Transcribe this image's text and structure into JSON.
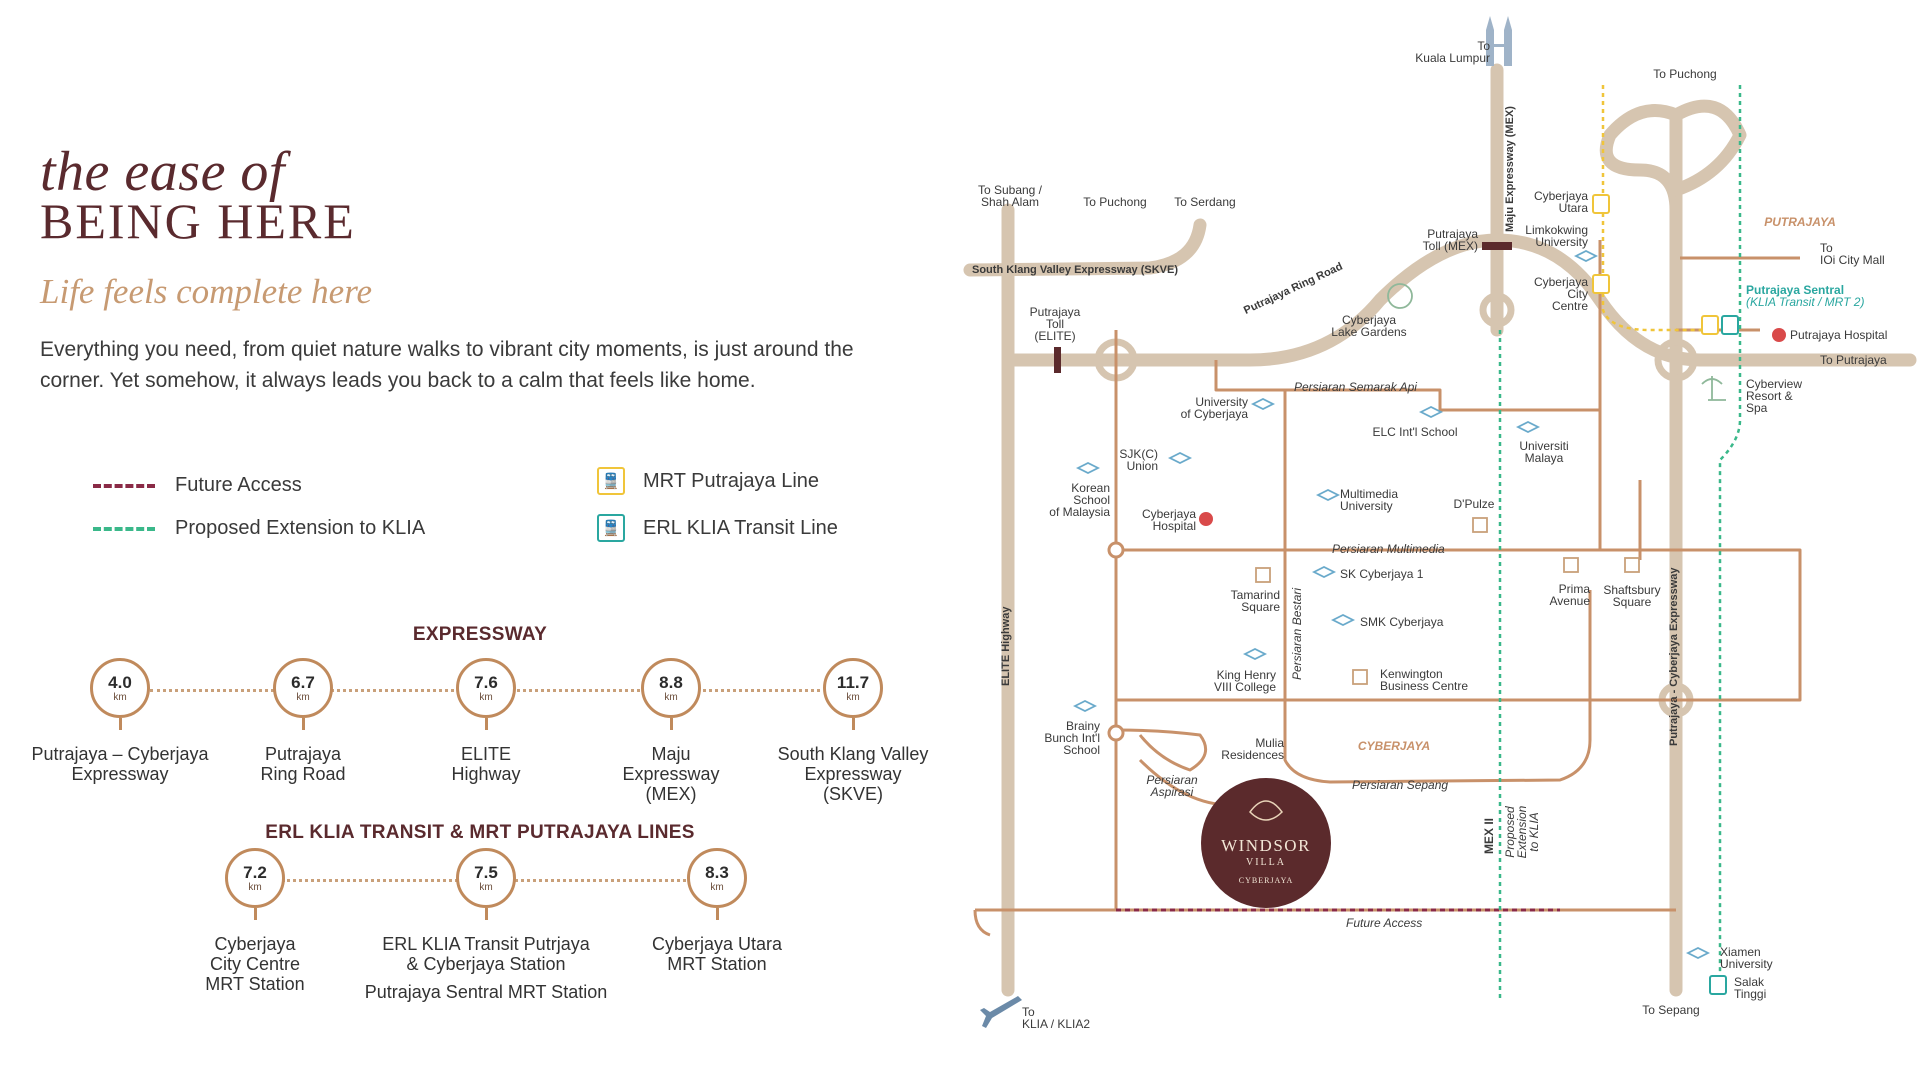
{
  "header": {
    "script_title": "the ease of",
    "caps_title": "BEING HERE",
    "subtitle": "Life feels complete here",
    "body": "Everything you need, from quiet nature walks to vibrant city moments, is just around the corner. Yet somehow, it always leads you back to a calm that feels like home."
  },
  "legend": {
    "future_access": "Future Access",
    "proposed_extension": "Proposed Extension to KLIA",
    "mrt_line": "MRT Putrajaya Line",
    "erl_line": "ERL KLIA Transit Line",
    "colors": {
      "future": "#8a2a46",
      "proposed": "#3ab88a",
      "mrt": "#f0c53a",
      "erl": "#2aa7a0"
    }
  },
  "expressway": {
    "title": "EXPRESSWAY",
    "unit": "km",
    "items": [
      {
        "value": "4.0",
        "label": "Putrajaya – Cyberjaya\nExpressway"
      },
      {
        "value": "6.7",
        "label": "Putrajaya\nRing Road"
      },
      {
        "value": "7.6",
        "label": "ELITE\nHighway"
      },
      {
        "value": "8.8",
        "label": "Maju\nExpressway\n(MEX)"
      },
      {
        "value": "11.7",
        "label": "South Klang Valley\nExpressway\n(SKVE)"
      }
    ]
  },
  "rail": {
    "title": "ERL KLIA TRANSIT & MRT PUTRAJAYA LINES",
    "unit": "km",
    "items": [
      {
        "value": "7.2",
        "label": "Cyberjaya\nCity Centre\nMRT Station"
      },
      {
        "value": "7.5",
        "label": "ERL KLIA Transit Putrjaya\n& Cyberjaya Station",
        "extra": "Putrajaya Sentral MRT Station"
      },
      {
        "value": "8.3",
        "label": "Cyberjaya Utara\nMRT Station"
      }
    ]
  },
  "map": {
    "roads": {
      "skve": "South Klang Valley Expressway (SKVE)",
      "ring": "Putrajaya Ring Road",
      "mex": "Maju Expressway (MEX)",
      "elite": "ELITE Highway",
      "pce": "Putrajaya - Cyberjaya Expressway",
      "semarak": "Persiaran Semarak Api",
      "multimedia": "Persiaran Multimedia",
      "bestari": "Persiaran Bestari",
      "sepang": "Persiaran Sepang",
      "aspirasi": "Persiaran\nAspirasi",
      "future": "Future Access",
      "mex2": "MEX II",
      "proposed": "Proposed\nExtension\nto KLIA"
    },
    "directions": {
      "kl": "To\nKuala Lumpur",
      "puchong_top": "To Puchong",
      "subang": "To Subang /\nShah Alam",
      "puchong": "To Puchong",
      "serdang": "To Serdang",
      "ioi": "To\nIOi City Mall",
      "putrajaya": "To Putrajaya",
      "sepang": "To Sepang",
      "klia": "To\nKLIA / KLIA2"
    },
    "areas": {
      "putrajaya": "PUTRAJAYA",
      "cyberjaya": "CYBERJAYA"
    },
    "places": {
      "putrajaya_toll_mex": "Putrajaya\nToll (MEX)",
      "putrajaya_toll_elite": "Putrajaya\nToll\n(ELITE)",
      "cyberjaya_utara": "Cyberjaya\nUtara",
      "limkokwing": "Limkokwing\nUniversity",
      "cyberjaya_city_centre": "Cyberjaya\nCity\nCentre",
      "putrajaya_sentral": "Putrajaya Sentral",
      "putrajaya_sentral_sub": "(KLIA Transit / MRT 2)",
      "putrajaya_hospital": "Putrajaya Hospital",
      "lake_gardens": "Cyberjaya\nLake Gardens",
      "uoc": "University\nof Cyberjaya",
      "elc": "ELC Int'l School",
      "um": "Universiti\nMalaya",
      "cyberview": "Cyberview\nResort &\nSpa",
      "sjkc": "SJK(C)\nUnion",
      "korean": "Korean\nSchool\nof Malaysia",
      "mmu": "Multimedia\nUniversity",
      "dpulze": "D'Pulze",
      "cyberjaya_hospital": "Cyberjaya\nHospital",
      "tamarind": "Tamarind\nSquare",
      "sk": "SK Cyberjaya 1",
      "prima": "Prima\nAvenue",
      "shaftsbury": "Shaftsbury\nSquare",
      "smk": "SMK Cyberjaya",
      "king_henry": "King Henry\nVIII College",
      "kenwington": "Kenwington\nBusiness Centre",
      "brainy": "Brainy\nBunch Int'l\nSchool",
      "mulia": "Mulia\nResidences",
      "xiamen": "Xiamen\nUniversity",
      "salak": "Salak\nTinggi"
    },
    "brand": {
      "name": "WINDSOR",
      "line2": "VILLA",
      "line3": "CYBERJAYA"
    },
    "colors": {
      "highway": "#d6c5b0",
      "road": "#c8916a",
      "brand": "#5b2a2c"
    }
  }
}
